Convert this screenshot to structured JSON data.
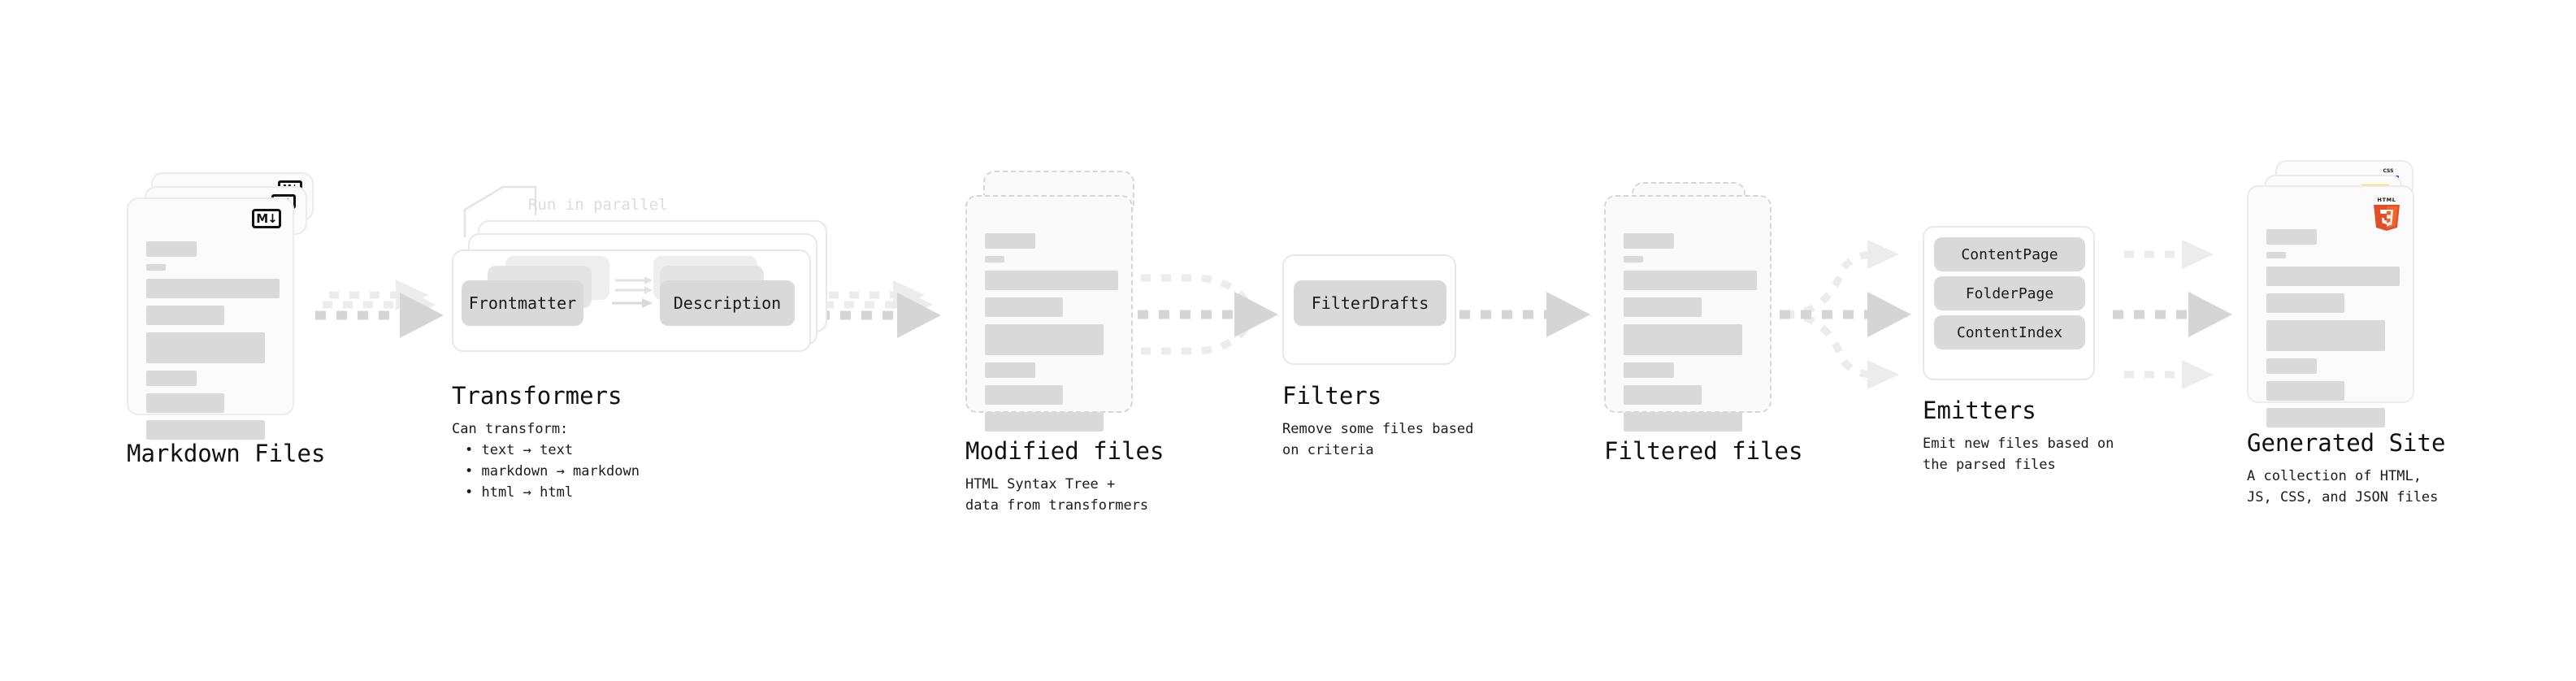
{
  "diagram": {
    "title_font_size": 29,
    "palette": {
      "bar": "#d9d9d9",
      "card_border": "#ececec",
      "card_bg": "#fbfbfb",
      "dashed_border": "#d6d6d6",
      "arrow": "#d5d5d5",
      "arrow_faint": "#ececec",
      "chip_bg": "#d9d9d9",
      "annotation_text": "#dcdcdc",
      "html5_orange": "#e44d26",
      "html5_shield": "#f16529",
      "css_blue": "#264de4",
      "js_yellow": "#f7df1e",
      "text": "#111111"
    },
    "stages": [
      {
        "id": "markdown-files",
        "title": "Markdown Files",
        "subtitle": "",
        "badge": "M↓",
        "badge_type": "markdown"
      },
      {
        "id": "transformers",
        "title": "Transformers",
        "annotation": "Run in parallel",
        "subtitle": "Can transform:",
        "bullets": [
          "• text → text",
          "• markdown → markdown",
          "• html → html"
        ],
        "chips": [
          "Frontmatter",
          "Description"
        ]
      },
      {
        "id": "modified-files",
        "title": "Modified files",
        "subtitle": "HTML Syntax Tree +\ndata from transformers"
      },
      {
        "id": "filters",
        "title": "Filters",
        "subtitle": "Remove some files based\non criteria",
        "chips": [
          "FilterDrafts"
        ]
      },
      {
        "id": "filtered-files",
        "title": "Filtered files",
        "subtitle": ""
      },
      {
        "id": "emitters",
        "title": "Emitters",
        "subtitle": "Emit new files based on\nthe parsed files",
        "chips": [
          "ContentPage",
          "FolderPage",
          "ContentIndex"
        ]
      },
      {
        "id": "generated-site",
        "title": "Generated Site",
        "subtitle": "A collection of HTML,\nJS, CSS, and JSON files",
        "badges": [
          "HTML5",
          "JS",
          "CSS"
        ]
      }
    ]
  }
}
